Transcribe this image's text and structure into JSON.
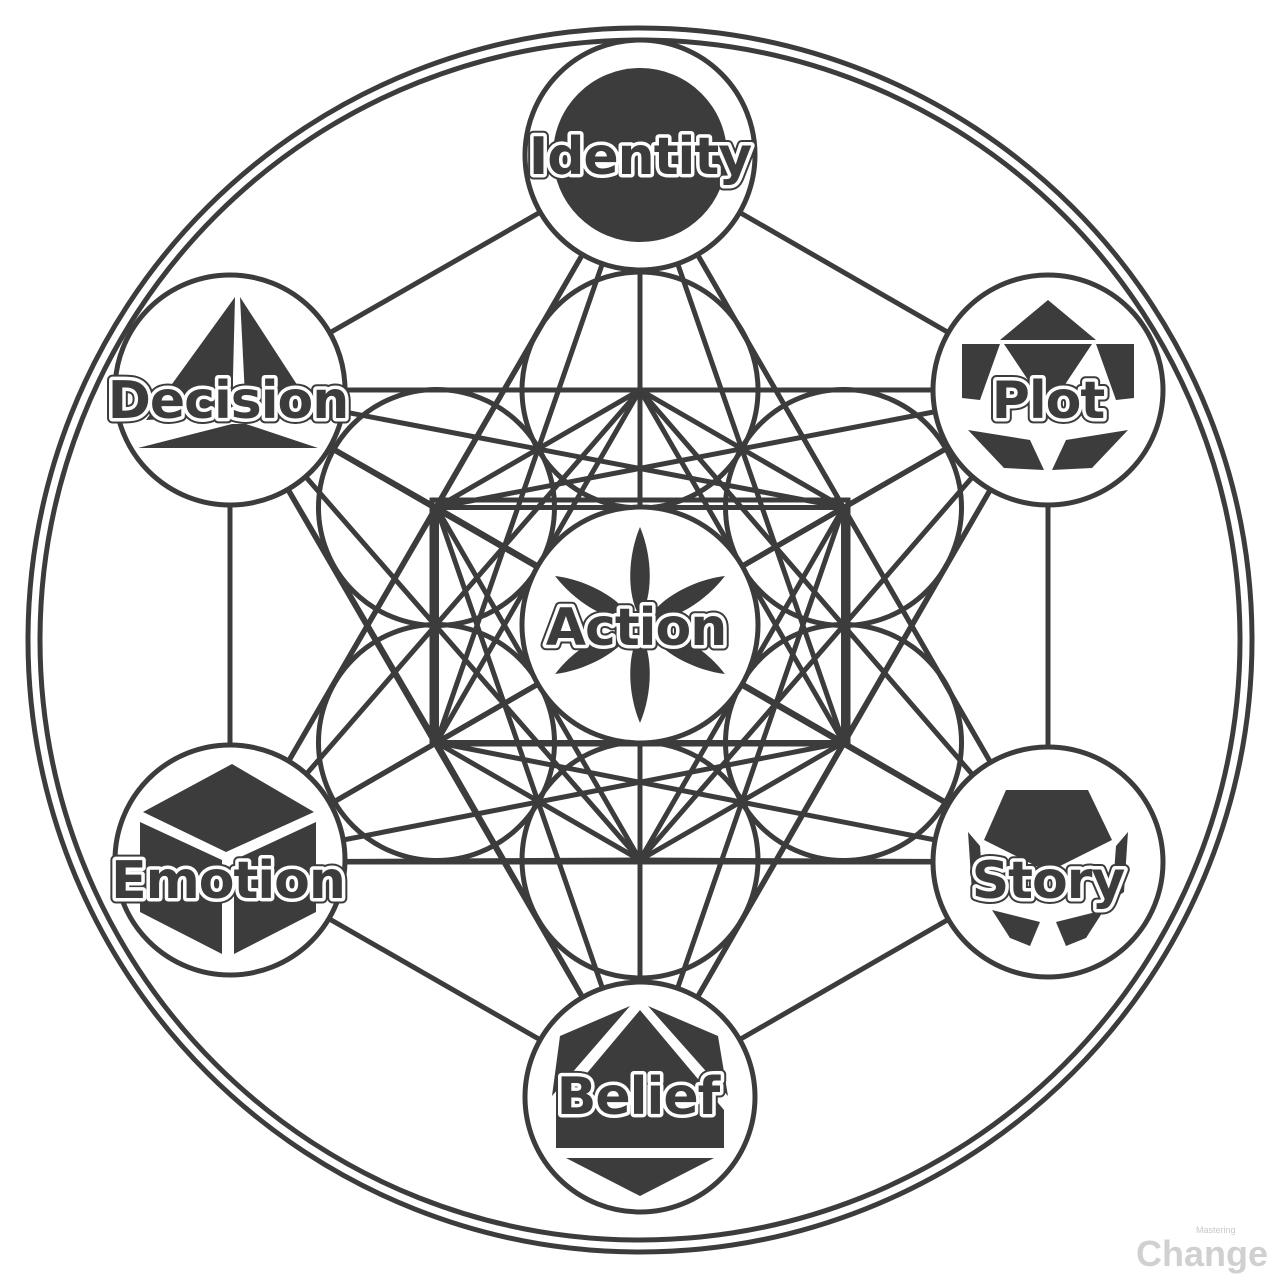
{
  "diagram": {
    "nodes": {
      "top": {
        "label": "Identity",
        "shape": "sphere"
      },
      "upper_left": {
        "label": "Decision",
        "shape": "tetrahedron"
      },
      "upper_right": {
        "label": "Plot",
        "shape": "icosahedron"
      },
      "lower_left": {
        "label": "Emotion",
        "shape": "cube"
      },
      "lower_right": {
        "label": "Story",
        "shape": "dodecahedron"
      },
      "bottom": {
        "label": "Belief",
        "shape": "octahedron"
      },
      "center": {
        "label": "Action",
        "shape": "flower"
      }
    },
    "colors": {
      "ink": "#3c3c3c",
      "background": "#ffffff",
      "watermark": "#cfcfcf"
    }
  },
  "watermark": {
    "top": "Mastering",
    "bottom": "Change"
  }
}
